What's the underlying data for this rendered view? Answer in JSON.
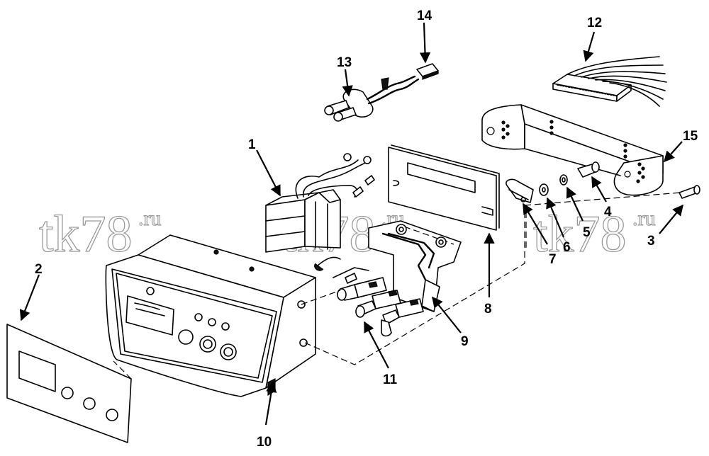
{
  "watermarks": [
    {
      "main": "tk78",
      "sup": ".ru"
    },
    {
      "main": "tk78",
      "sup": ".ru"
    },
    {
      "main": "tk78",
      "sup": ".ru"
    }
  ],
  "callouts": [
    {
      "id": "c1",
      "label": "1"
    },
    {
      "id": "c2",
      "label": "2"
    },
    {
      "id": "c3",
      "label": "3"
    },
    {
      "id": "c4",
      "label": "4"
    },
    {
      "id": "c5",
      "label": "5"
    },
    {
      "id": "c6",
      "label": "6"
    },
    {
      "id": "c7",
      "label": "7"
    },
    {
      "id": "c8",
      "label": "8"
    },
    {
      "id": "c9",
      "label": "9"
    },
    {
      "id": "c10",
      "label": "10"
    },
    {
      "id": "c11",
      "label": "11"
    },
    {
      "id": "c12",
      "label": "12"
    },
    {
      "id": "c13",
      "label": "13"
    },
    {
      "id": "c14",
      "label": "14"
    },
    {
      "id": "c15",
      "label": "15"
    }
  ]
}
